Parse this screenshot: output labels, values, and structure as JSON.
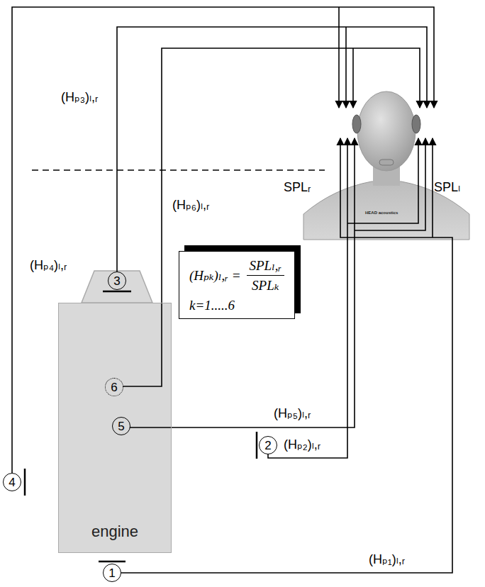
{
  "diagram": {
    "nodes": [
      {
        "text": [
          "engine"
        ]
      },
      {
        "text": [
          "3"
        ]
      },
      {
        "text": [
          "6"
        ],
        "in": 0
      },
      {
        "text": [
          "5"
        ],
        "in": 0
      },
      {
        "text": [
          "4"
        ]
      },
      {
        "text": [
          "2"
        ]
      },
      {
        "text": [
          "1"
        ]
      },
      {
        "text": [
          "(Hₚₖ)ₗ,ᵣ =",
          "SPLₗ,ᵣ",
          "SPLₖ",
          "k=1.....6"
        ]
      }
    ],
    "labels": [
      "(Hₚ₃)ₗ,ᵣ",
      "(Hₚ₆)ₗ,ᵣ",
      "SPLᵣ",
      "SPLₗ",
      "(Hₚ₄)ₗ,ᵣ",
      "(Hₚ₅)ₗ,ᵣ",
      "(Hₚ₂)ₗ,ᵣ",
      "(Hₚ₁)ₗ,ᵣ",
      "HEAD acoustics"
    ]
  }
}
